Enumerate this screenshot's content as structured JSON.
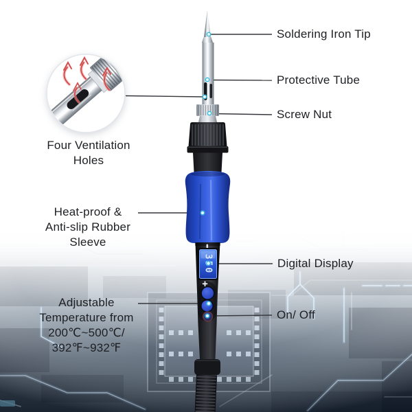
{
  "callouts": {
    "soldering_iron_tip": "Soldering Iron Tip",
    "protective_tube": "Protective Tube",
    "screw_nut": "Screw Nut",
    "four_ventilation_holes": {
      "lines": [
        "Four Ventilation",
        "Holes"
      ]
    },
    "rubber_sleeve": {
      "lines": [
        "Heat-proof &",
        "Anti-slip Rubber",
        "Sleeve"
      ]
    },
    "digital_display": "Digital Display",
    "adjustable_temperature": {
      "lines": [
        "Adjustable",
        "Temperature from",
        "200℃~500℃/",
        "392℉~932℉"
      ]
    },
    "on_off": "On/ Off"
  },
  "display": {
    "value": "350"
  },
  "colors": {
    "sleeve_blue": "#3a62e0",
    "lcd_blue": "#2c5bd8",
    "arrow_red": "#d2504f",
    "dot_cyan": "#2fb9df",
    "circuit_dark": "#2b3948",
    "label_text": "#1d1f23"
  }
}
